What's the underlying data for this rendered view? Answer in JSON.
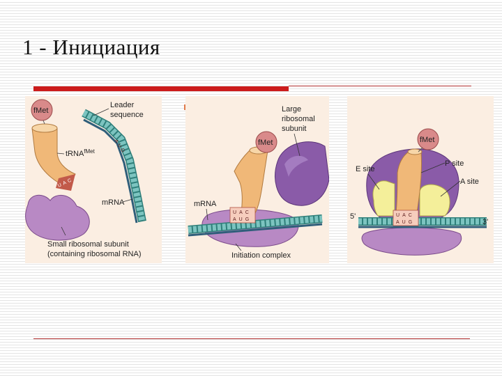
{
  "slide": {
    "title": "1 - Инициация"
  },
  "panel1": {
    "fmet": "fMet",
    "leader_1": "Leader",
    "leader_2": "sequence",
    "trna": "tRNA",
    "trna_sup": "fMet",
    "mrna": "mRNA",
    "small_1": "Small ribosomal subunit",
    "small_2": "(containing ribosomal RNA)",
    "anticodon": [
      "U",
      "A",
      "C"
    ],
    "strand_code": [
      "A",
      "U",
      "G"
    ]
  },
  "panel2": {
    "fmet": "fMet",
    "large_1": "Large",
    "large_2": "ribosomal",
    "large_3": "subunit",
    "mrna": "mRNA",
    "complex": "Initiation complex",
    "anticodon": [
      "U",
      "A",
      "C"
    ],
    "codon": [
      "A",
      "U",
      "G"
    ]
  },
  "panel3": {
    "fmet": "fMet",
    "e_site": "E site",
    "p_site": "P site",
    "a_site": "A site",
    "five": "5'",
    "three": "3'",
    "anticodon": [
      "U",
      "A",
      "C"
    ],
    "codon": [
      "A",
      "U",
      "G"
    ]
  },
  "colors": {
    "accent_red": "#cc1c1c",
    "panel_bg": "#fbeee2",
    "trna": "#f0b878",
    "ribosome_purple": "#8a5ba8",
    "small_subunit": "#b889c4",
    "fmet_ball": "#d98a8a",
    "mrna_teal": "#6fb7b4",
    "site_yellow": "#f4ef9a",
    "arrow": "#e07a4a"
  }
}
